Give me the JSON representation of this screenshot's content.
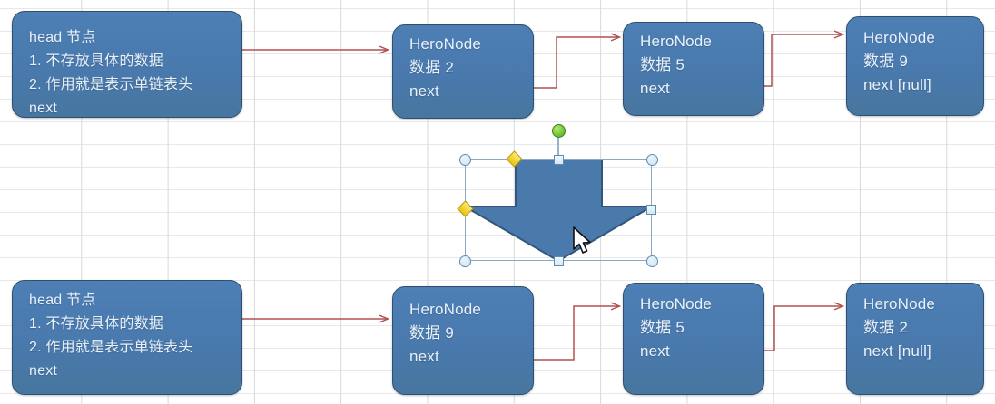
{
  "app": {
    "title": "singly-linked-list-reverse-diagram",
    "canvas_background": "#ffffff",
    "grid_color": "#e3e3e3",
    "node_fill": "#4a7aac",
    "node_border": "#2d4f72",
    "node_text_color": "#e9f1fa",
    "connector_color": "#b05050"
  },
  "diagram": {
    "top_row": {
      "head_node": {
        "line1": "head 节点",
        "line2": "1. 不存放具体的数据",
        "line3": "2. 作用就是表示单链表头",
        "line4": "next"
      },
      "nodes": [
        {
          "title": "HeroNode",
          "data": "数据 2",
          "next": "next"
        },
        {
          "title": "HeroNode",
          "data": "数据 5",
          "next": "next"
        },
        {
          "title": "HeroNode",
          "data": "数据 9",
          "next": "next [null]"
        }
      ]
    },
    "bottom_row": {
      "head_node": {
        "line1": "head 节点",
        "line2": "1. 不存放具体的数据",
        "line3": "2. 作用就是表示单链表头",
        "line4": "next"
      },
      "nodes": [
        {
          "title": "HeroNode",
          "data": "数据 9",
          "next": "next"
        },
        {
          "title": "HeroNode",
          "data": "数据 5",
          "next": "next"
        },
        {
          "title": "HeroNode",
          "data": "数据 2",
          "next": "next [null]"
        }
      ]
    },
    "selected_shape": {
      "name": "down-arrow-shape",
      "fill": "#4a7aac",
      "stroke": "#2d4f72",
      "handles": {
        "rotate_handle_color": "#6abd2a",
        "resize_handle_color": "#d9eaf5",
        "adjust_handle_color": "#f2ce1d"
      }
    }
  }
}
